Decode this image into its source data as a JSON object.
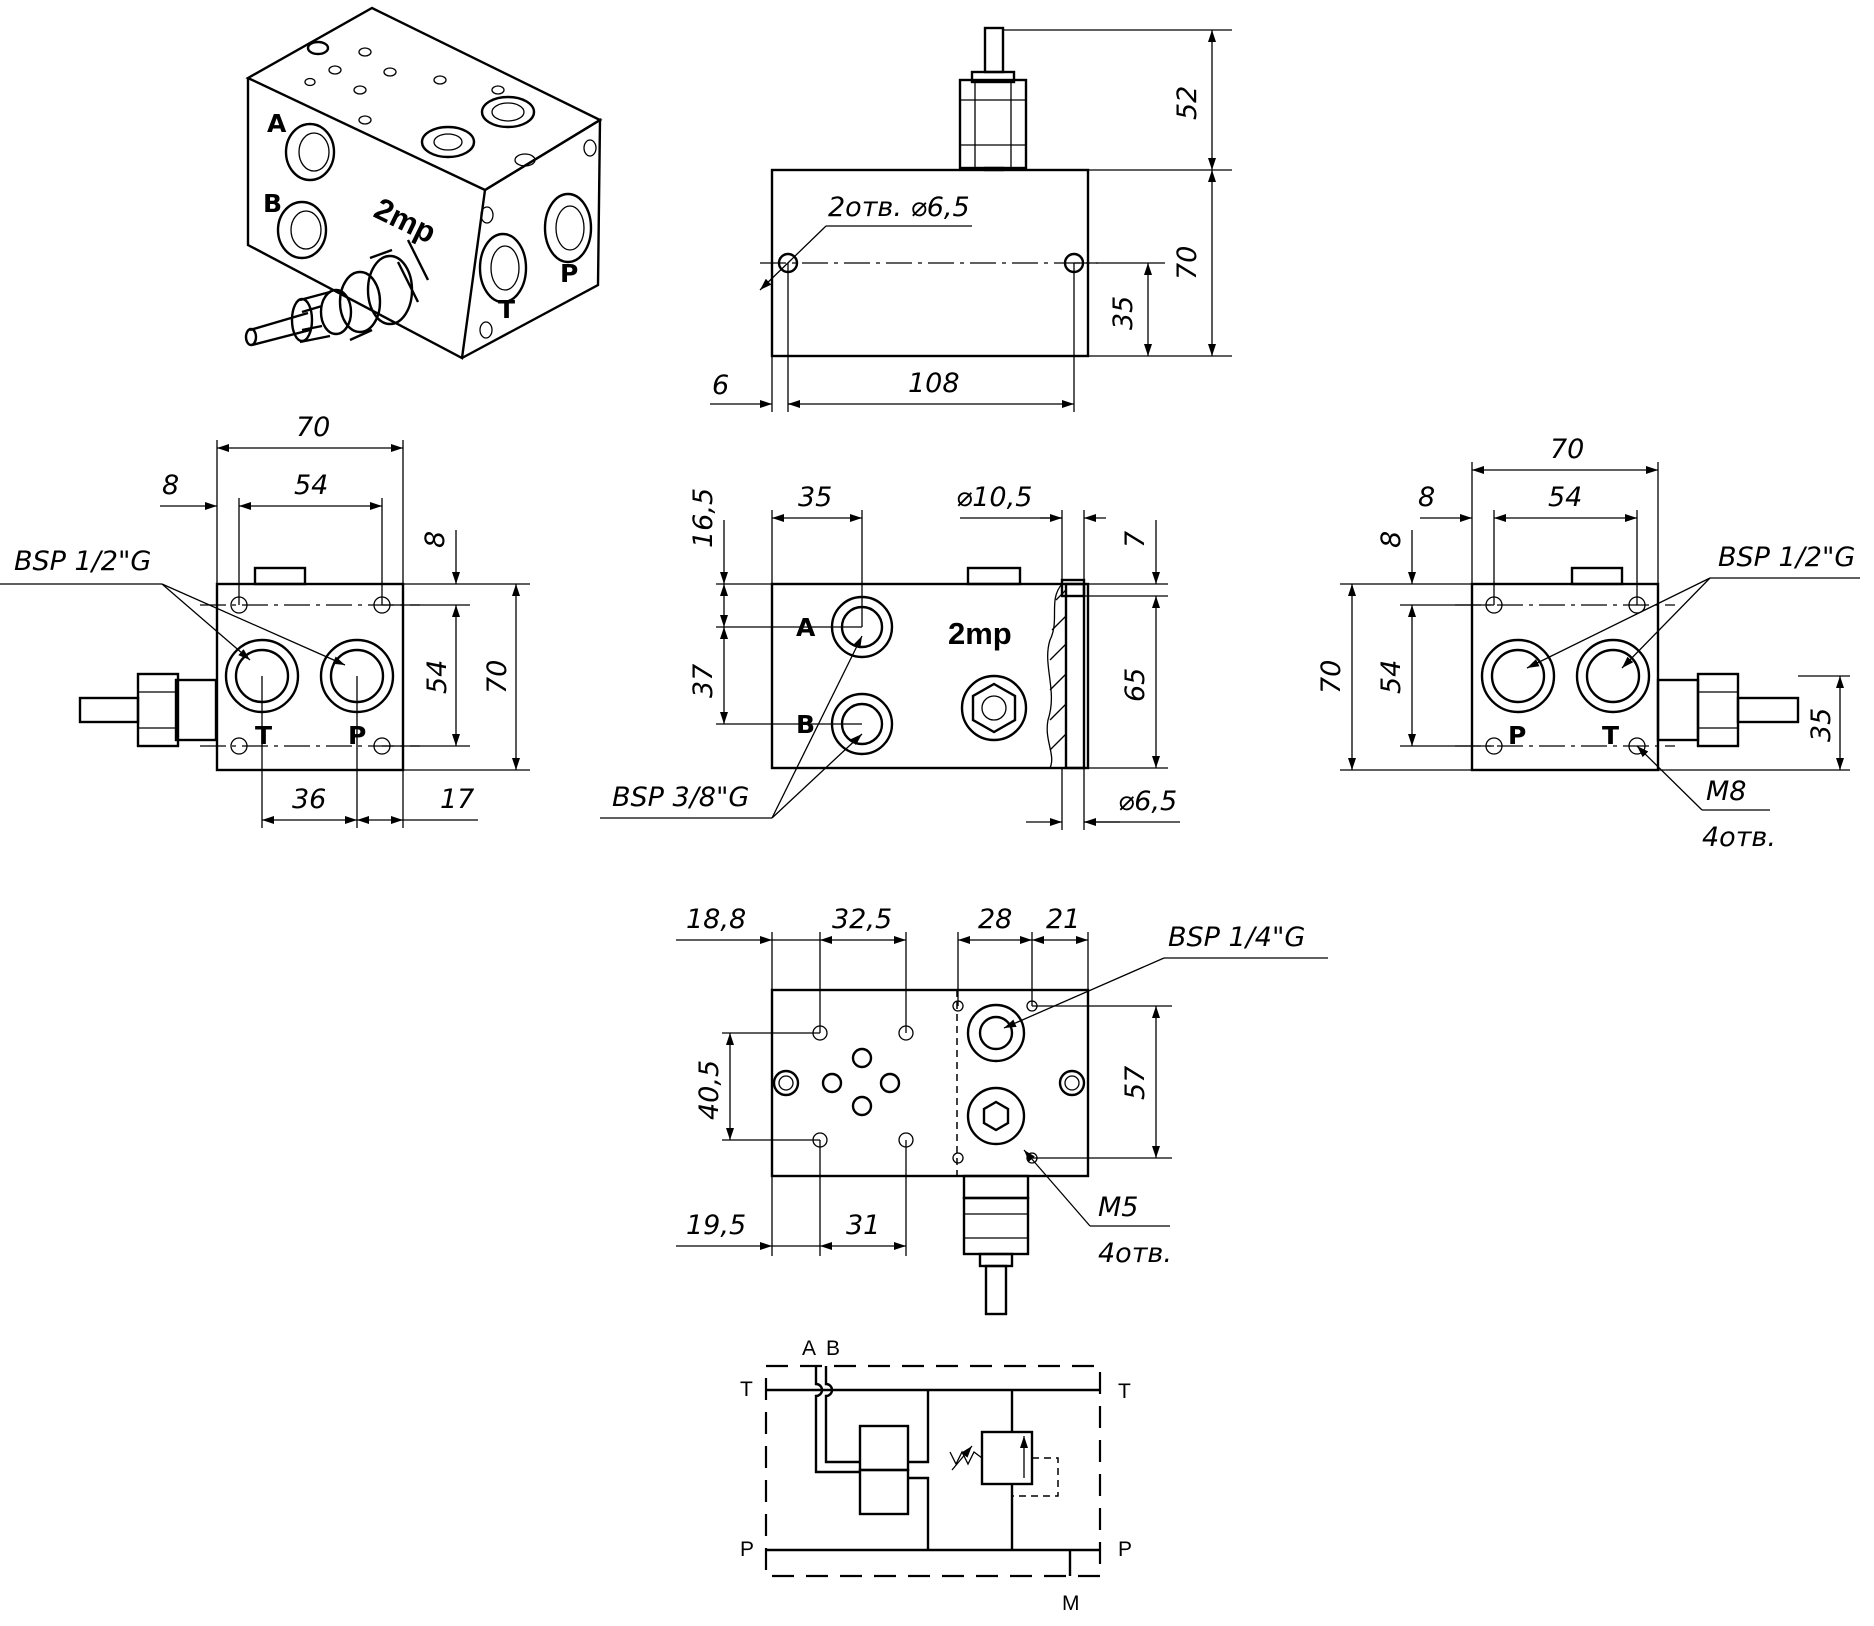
{
  "dims": {
    "top_52": "52",
    "top_70": "70",
    "top_35": "35",
    "top_6": "6",
    "top_108": "108",
    "top_holes": "2отв. ⌀6,5",
    "left_70": "70",
    "left_8": "8",
    "left_54": "54",
    "left_bsp": "BSP 1/2\"G",
    "left_v8": "8",
    "left_v54": "54",
    "left_v70": "70",
    "left_36": "36",
    "left_17": "17",
    "front_35": "35",
    "front_d105": "⌀10,5",
    "front_165": "16,5",
    "front_7": "7",
    "front_37": "37",
    "front_65": "65",
    "front_bsp": "BSP 3/8\"G",
    "front_d65": "⌀6,5",
    "right_70": "70",
    "right_8": "8",
    "right_54": "54",
    "right_bsp": "BSP 1/2\"G",
    "right_v8": "8",
    "right_v70": "70",
    "right_v54": "54",
    "right_v35": "35",
    "right_m8": "M8",
    "right_4otv": "4отв.",
    "bot_188": "18,8",
    "bot_325": "32,5",
    "bot_28": "28",
    "bot_21": "21",
    "bot_bsp": "BSP 1/4\"G",
    "bot_405": "40,5",
    "bot_57": "57",
    "bot_195": "19,5",
    "bot_31": "31",
    "bot_m5": "M5",
    "bot_4otv": "4отв."
  },
  "ports": {
    "A": "A",
    "B": "B",
    "T": "T",
    "P": "P"
  },
  "schematic": {
    "a": "A",
    "b": "B",
    "t_left": "T",
    "t_right": "T",
    "p_left": "P",
    "p_right": "P",
    "m": "M"
  }
}
